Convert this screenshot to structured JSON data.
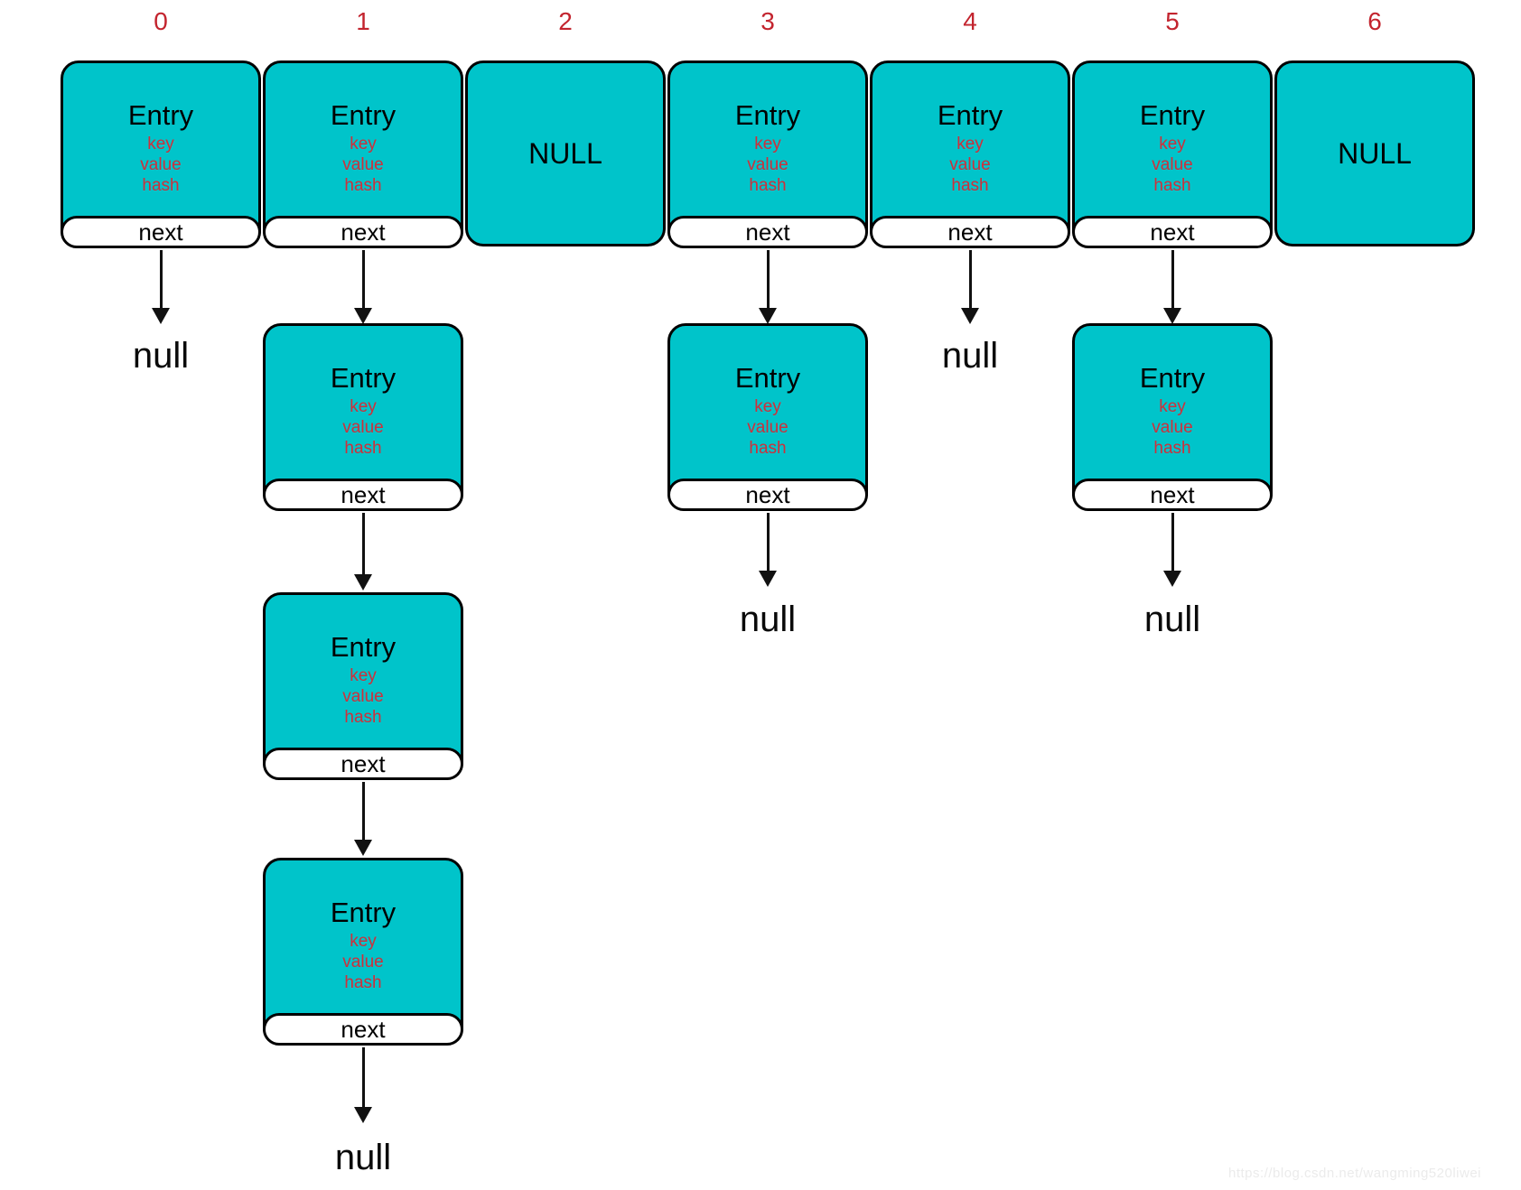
{
  "labels": {
    "entry_title": "Entry",
    "field_key": "key",
    "field_value": "value",
    "field_hash": "hash",
    "next_pointer": "next",
    "empty_bucket": "NULL",
    "null_terminator": "null"
  },
  "colors": {
    "node_fill": "#00c4ca",
    "node_border": "#000000",
    "index_label_red": "#c3242e",
    "field_text_red": "#d02f3a",
    "pill_fill": "#ffffff",
    "arrow_black": "#111111",
    "background": "#ffffff"
  },
  "structure": {
    "description": "HashMap bucket array with chained Entry nodes",
    "buckets": [
      {
        "index": "0",
        "entry_count": 1,
        "terminal": "null"
      },
      {
        "index": "1",
        "entry_count": 4,
        "terminal": "null"
      },
      {
        "index": "2",
        "entry_count": 0,
        "terminal": "NULL"
      },
      {
        "index": "3",
        "entry_count": 2,
        "terminal": "null"
      },
      {
        "index": "4",
        "entry_count": 1,
        "terminal": "null"
      },
      {
        "index": "5",
        "entry_count": 2,
        "terminal": "null"
      },
      {
        "index": "6",
        "entry_count": 0,
        "terminal": "NULL"
      }
    ]
  },
  "watermark": {
    "text": "https://blog.csdn.net/wangming520liwei"
  }
}
